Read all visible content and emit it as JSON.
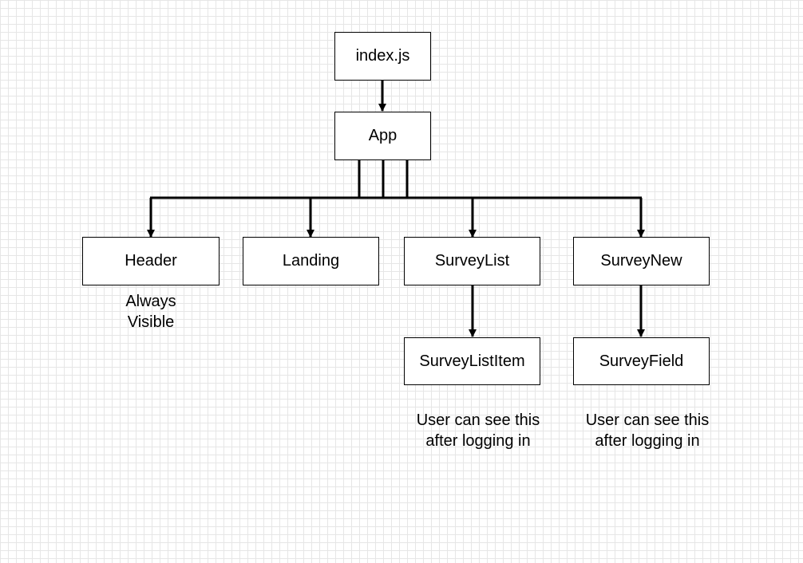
{
  "nodes": {
    "index": "index.js",
    "app": "App",
    "header": "Header",
    "landing": "Landing",
    "survey_list": "SurveyList",
    "survey_new": "SurveyNew",
    "survey_list_item": "SurveyListItem",
    "survey_field": "SurveyField"
  },
  "notes": {
    "header": "Always\nVisible",
    "survey_list_item": "User can see this\nafter logging in",
    "survey_field": "User can see this\nafter logging in"
  },
  "edges": [
    [
      "index",
      "app"
    ],
    [
      "app",
      "header"
    ],
    [
      "app",
      "landing"
    ],
    [
      "app",
      "survey_list"
    ],
    [
      "app",
      "survey_new"
    ],
    [
      "survey_list",
      "survey_list_item"
    ],
    [
      "survey_new",
      "survey_field"
    ]
  ],
  "colors": {
    "stroke": "#000000",
    "grid": "#e6e6e6",
    "background": "#ffffff"
  }
}
